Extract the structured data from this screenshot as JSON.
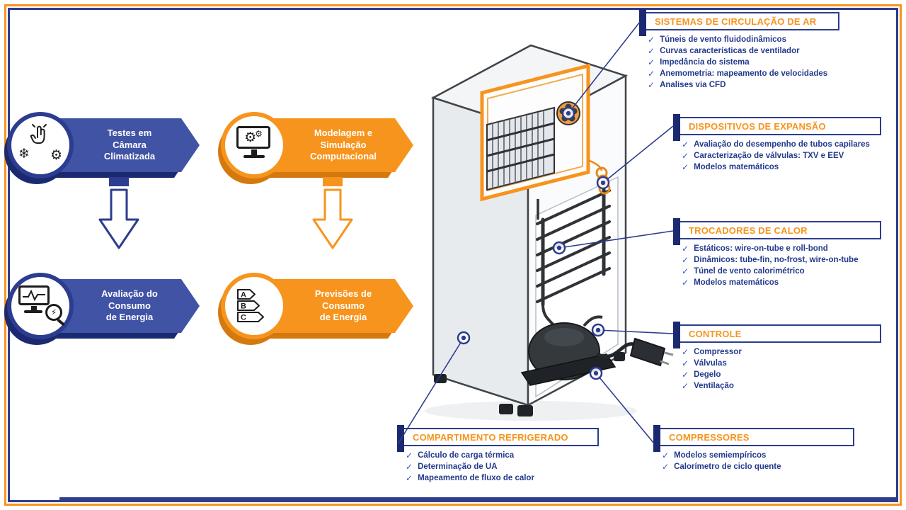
{
  "ui": {
    "check_glyph": "✓",
    "glyphs": {
      "snowflake": "❄",
      "gear": "⚙",
      "lightning": "⚡"
    },
    "colors": {
      "blue_banner": "#4053a5",
      "navy_shadow": "#1b2a70",
      "orange": "#f7941d",
      "title_orange": "#f7941d",
      "item_text": "#233a8c",
      "connector": "#2c3c8e"
    }
  },
  "banners": [
    {
      "label": "Testes em\nCâmara\nClimatizada",
      "icon": "hand-snowflake-gear-icon",
      "color": "blue"
    },
    {
      "label": "Modelagem e\nSimulação\nComputacional",
      "icon": "computer-gears-icon",
      "color": "orange"
    },
    {
      "label": "Avaliação do\nConsumo\nde Energia",
      "icon": "monitor-pulse-magnifier-icon",
      "color": "blue"
    },
    {
      "label": "Previsões de\nConsumo\nde Energia",
      "icon": "energy-label-icon",
      "color": "orange"
    }
  ],
  "energy_label_letters": [
    "A",
    "B",
    "C"
  ],
  "callouts": [
    {
      "title": "SISTEMAS DE CIRCULAÇÃO DE AR",
      "items": [
        "Túneis de vento fluidodinâmicos",
        "Curvas características de ventilador",
        "Impedância do sistema",
        "Anemometria: mapeamento de velocidades",
        "Analises via CFD"
      ]
    },
    {
      "title": "DISPOSITIVOS DE EXPANSÃO",
      "items": [
        "Avaliação do desempenho de tubos capilares",
        "Caracterização de válvulas: TXV e EEV",
        "Modelos matemáticos"
      ]
    },
    {
      "title": "TROCADORES DE CALOR",
      "items": [
        "Estáticos: wire-on-tube e roll-bond",
        "Dinâmicos: tube-fin, no-frost, wire-on-tube",
        "Túnel de vento calorimétrico",
        "Modelos matemáticos"
      ]
    },
    {
      "title": "CONTROLE",
      "items": [
        "Compressor",
        "Válvulas",
        "Degelo",
        "Ventilação"
      ]
    },
    {
      "title": "COMPARTIMENTO REFRIGERADO",
      "items": [
        "Cálculo de carga térmica",
        "Determinação de UA",
        "Mapeamento de fluxo de calor"
      ]
    },
    {
      "title": "COMPRESSORES",
      "items": [
        "Modelos semiempíricos",
        "Calorímetro de ciclo quente"
      ]
    }
  ]
}
